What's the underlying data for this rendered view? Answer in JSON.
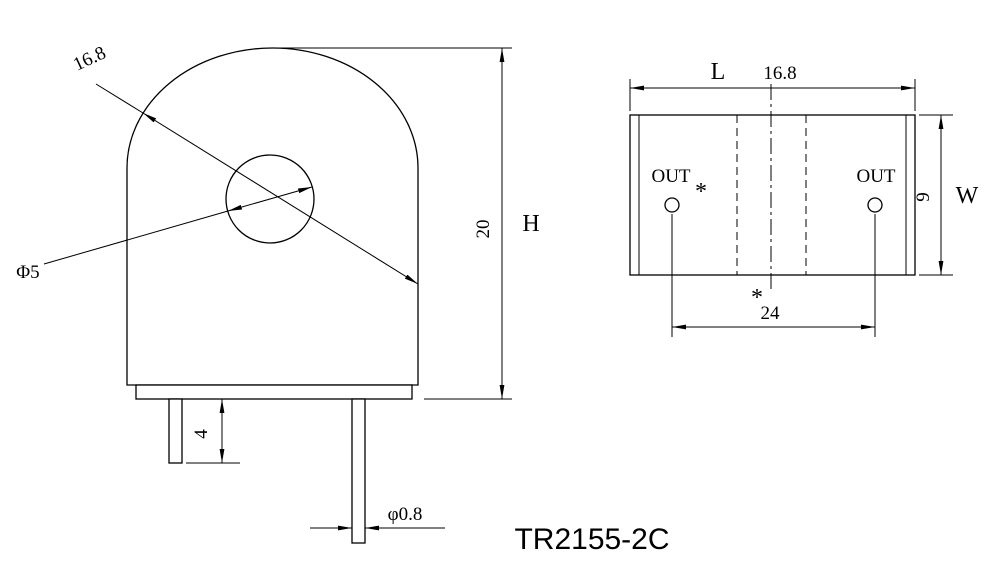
{
  "title": "TR2155-2C",
  "colors": {
    "ink": "#000000",
    "background": "#ffffff"
  },
  "front_view": {
    "dim_diagonal": "16.8",
    "dim_hole_dia": "Φ5",
    "dim_height": "20",
    "dim_height_letter": "H",
    "dim_pin_length": "4",
    "dim_pin_dia": "φ0.8"
  },
  "side_view": {
    "dim_length_letter": "L",
    "dim_length": "16.8",
    "label_out_left": "OUT",
    "asterisk_out": "*",
    "label_out_right": "OUT",
    "dim_body_width": "9",
    "dim_width_letter": "W",
    "dim_pin_pitch": "24",
    "asterisk_pitch": "*"
  }
}
